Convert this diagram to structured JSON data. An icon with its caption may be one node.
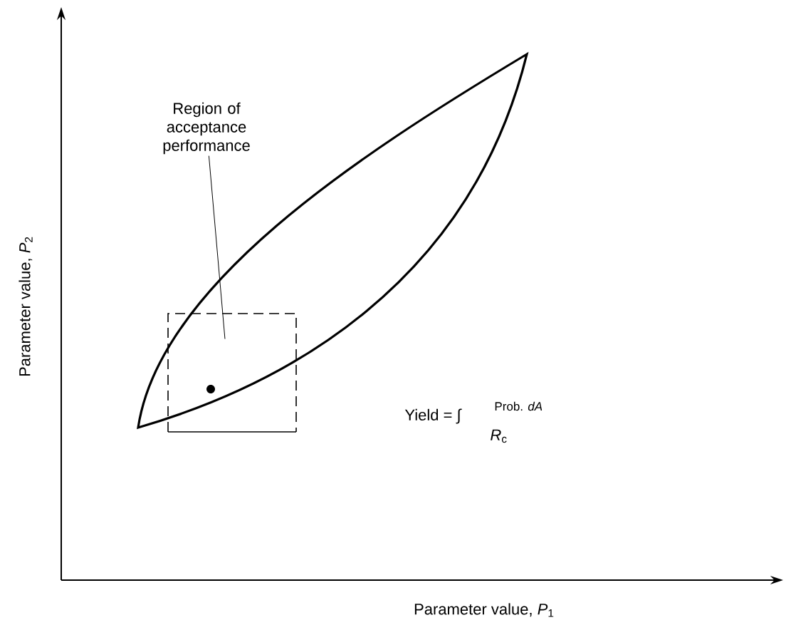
{
  "diagram": {
    "nodes": [
      {
        "text": [
          "Region of acceptance performance"
        ]
      },
      {
        "text": [],
        "shape": "lens"
      }
    ],
    "edges": [
      {
        "from": 0,
        "to": 1,
        "arrow": "none"
      }
    ],
    "labels": [
      "Parameter value, *P*$_{2}$",
      "Yield = ∫",
      "Prob. *dA*",
      "*R*$_{c}$",
      "Parameter value, *P*$_{1}$"
    ]
  }
}
